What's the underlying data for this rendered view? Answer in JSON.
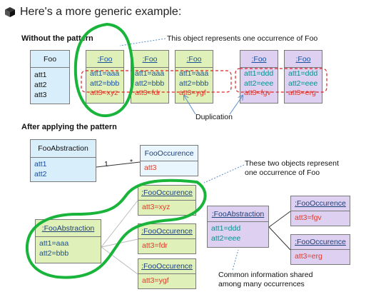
{
  "header": {
    "title": "Here's a more generic example:"
  },
  "sections": {
    "without": "Without the pattern",
    "after": "After applying  the pattern"
  },
  "notes": {
    "occurrence": "This object represents one occurrence of Foo",
    "duplication": "Duplication",
    "two_objects_1": "These two objects represent",
    "two_objects_2": "one occurrence of Foo",
    "common_1": "Common information shared",
    "common_2": "among many occurrences"
  },
  "without": {
    "class_foo": {
      "title": "Foo",
      "atts": [
        "att1",
        "att2",
        "att3"
      ]
    },
    "green_objects": [
      {
        "title": ":Foo",
        "att1": "att1=aaa",
        "att2": "att2=bbb",
        "att3": "att3=xyz"
      },
      {
        "title": ":Foo",
        "att1": "att1=aaa",
        "att2": "att2=bbb",
        "att3": "att3=fdr"
      },
      {
        "title": ":Foo",
        "att1": "att1=aaa",
        "att2": "att2=bbb",
        "att3": "att3=ygf"
      }
    ],
    "purple_objects": [
      {
        "title": ":Foo",
        "att1": "att1=ddd",
        "att2": "att2=eee",
        "att3": "att3=fgv"
      },
      {
        "title": ":Foo",
        "att1": "att1=ddd",
        "att2": "att2=eee",
        "att3": "att3=erg"
      }
    ]
  },
  "after": {
    "abstraction_class": {
      "title": "FooAbstraction",
      "atts": [
        "att1",
        "att2"
      ]
    },
    "multiplicity_one": "1",
    "multiplicity_many": "*",
    "occurrence_class": {
      "title": "FooOccurence",
      "att": "att3"
    },
    "green_abstraction": {
      "title": ":FooAbstraction",
      "atts": [
        "att1=aaa",
        "att2=bbb"
      ]
    },
    "green_occurrences": [
      {
        "title": ":FooOccurence",
        "att": "att3=xyz"
      },
      {
        "title": ":FooOccurence",
        "att": "att3=fdr"
      },
      {
        "title": ":FooOccurence",
        "att": "att3=ygf"
      }
    ],
    "purple_abstraction": {
      "title": ":FooAbstraction",
      "atts": [
        "att1=ddd",
        "att2=eee"
      ]
    },
    "purple_occurrences": [
      {
        "title": ":FooOccurence",
        "att": "att3=fgv"
      },
      {
        "title": ":FooOccurence",
        "att": "att3=erg"
      }
    ]
  },
  "colors": {
    "blue_fill": "#d8eefb",
    "green_fill": "#dff1b8",
    "purple_fill": "#ddd0f0",
    "highlight_green": "#19b43a",
    "highlight_red": "#e02020",
    "text_blue": "#1a4f9c",
    "text_teal": "#0b8f8f",
    "text_red": "#e33a2a"
  }
}
